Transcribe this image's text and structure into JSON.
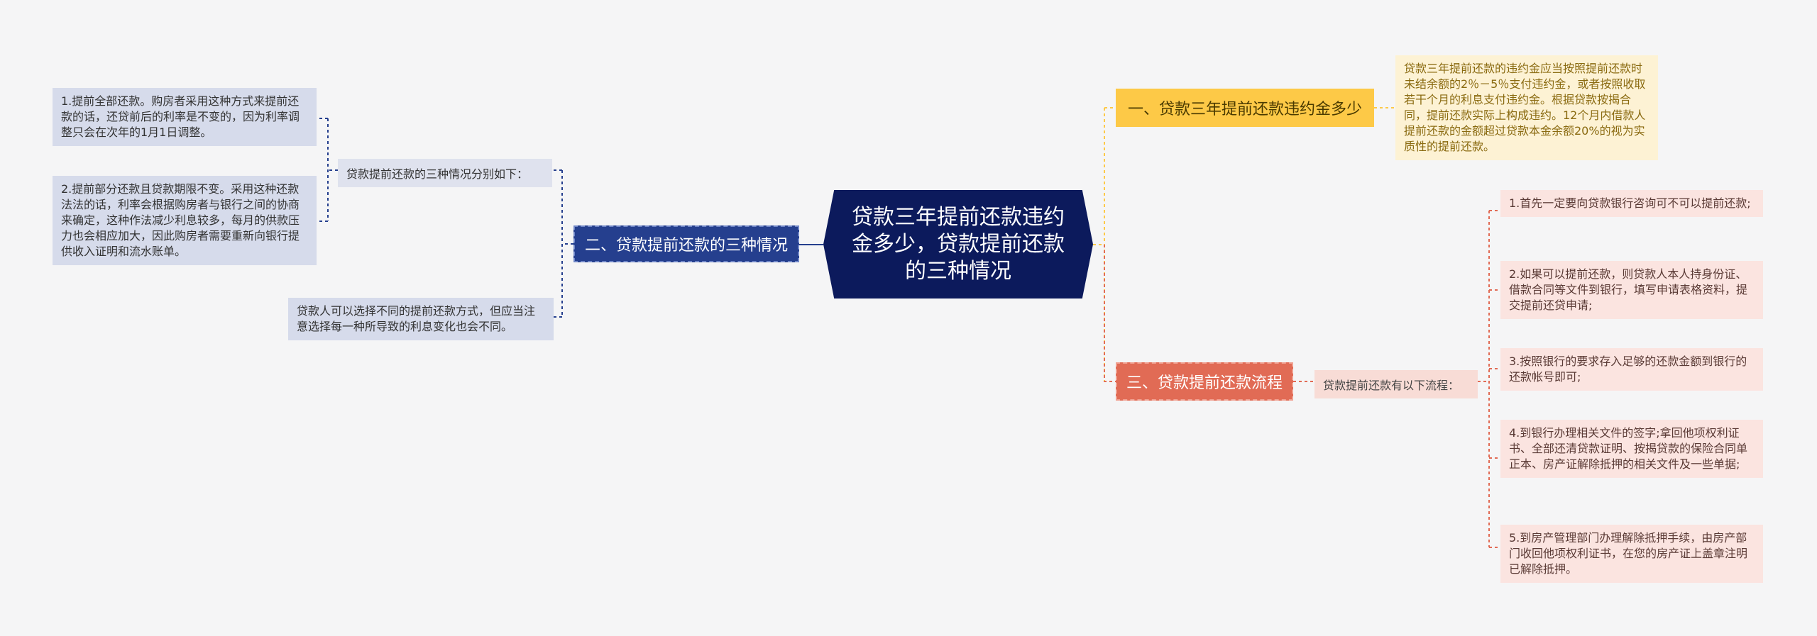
{
  "root": {
    "title": "贷款三年提前还款违约金多少，贷款提前还款的三种情况"
  },
  "branch_left": {
    "label": "二、贷款提前还款的三种情况",
    "sub_label": "贷款提前还款的三种情况分别如下：",
    "items": [
      "1.提前全部还款。购房者采用这种方式来提前还款的话，还贷前后的利率是不变的，因为利率调整只会在次年的1月1日调整。",
      "2.提前部分还款且贷款期限不变。采用这种还款法法的话，利率会根据购房者与银行之间的协商来确定，这种作法减少利息较多，每月的供款压力也会相应加大，因此购房者需要重新向银行提供收入证明和流水账单。"
    ],
    "note": "贷款人可以选择不同的提前还款方式，但应当注意选择每一种所导致的利息变化也会不同。"
  },
  "branch_top_right": {
    "label": "一、贷款三年提前还款违约金多少",
    "detail": "贷款三年提前还款的违约金应当按照提前还款时未结余额的2％－5％支付违约金，或者按照收取若干个月的利息支付违约金。根据贷款按揭合同，提前还款实际上构成违约。12个月内借款人提前还款的金额超过贷款本金余额20%的视为实质性的提前还款。"
  },
  "branch_bottom_right": {
    "label": "三、贷款提前还款流程",
    "sub_label": "贷款提前还款有以下流程：",
    "steps": [
      "1.首先一定要向贷款银行咨询可不可以提前还款;",
      "2.如果可以提前还款，则贷款人本人持身份证、借款合同等文件到银行，填写申请表格资料，提交提前还贷申请;",
      "3.按照银行的要求存入足够的还款金额到银行的还款帐号即可;",
      "4.到银行办理相关文件的签字;拿回他项权利证书、全部还清贷款证明、按揭贷款的保险合同单正本、房产证解除抵押的相关文件及一些单据;",
      "5.到房产管理部门办理解除抵押手续，由房产部门收回他项权利证书，在您的房产证上盖章注明已解除抵押。"
    ]
  },
  "colors": {
    "root": "#0c1a5c",
    "blue_branch": "#253f8e",
    "yellow_branch": "#fdc947",
    "red_branch": "#e16b55",
    "background": "#f5f5f6"
  }
}
